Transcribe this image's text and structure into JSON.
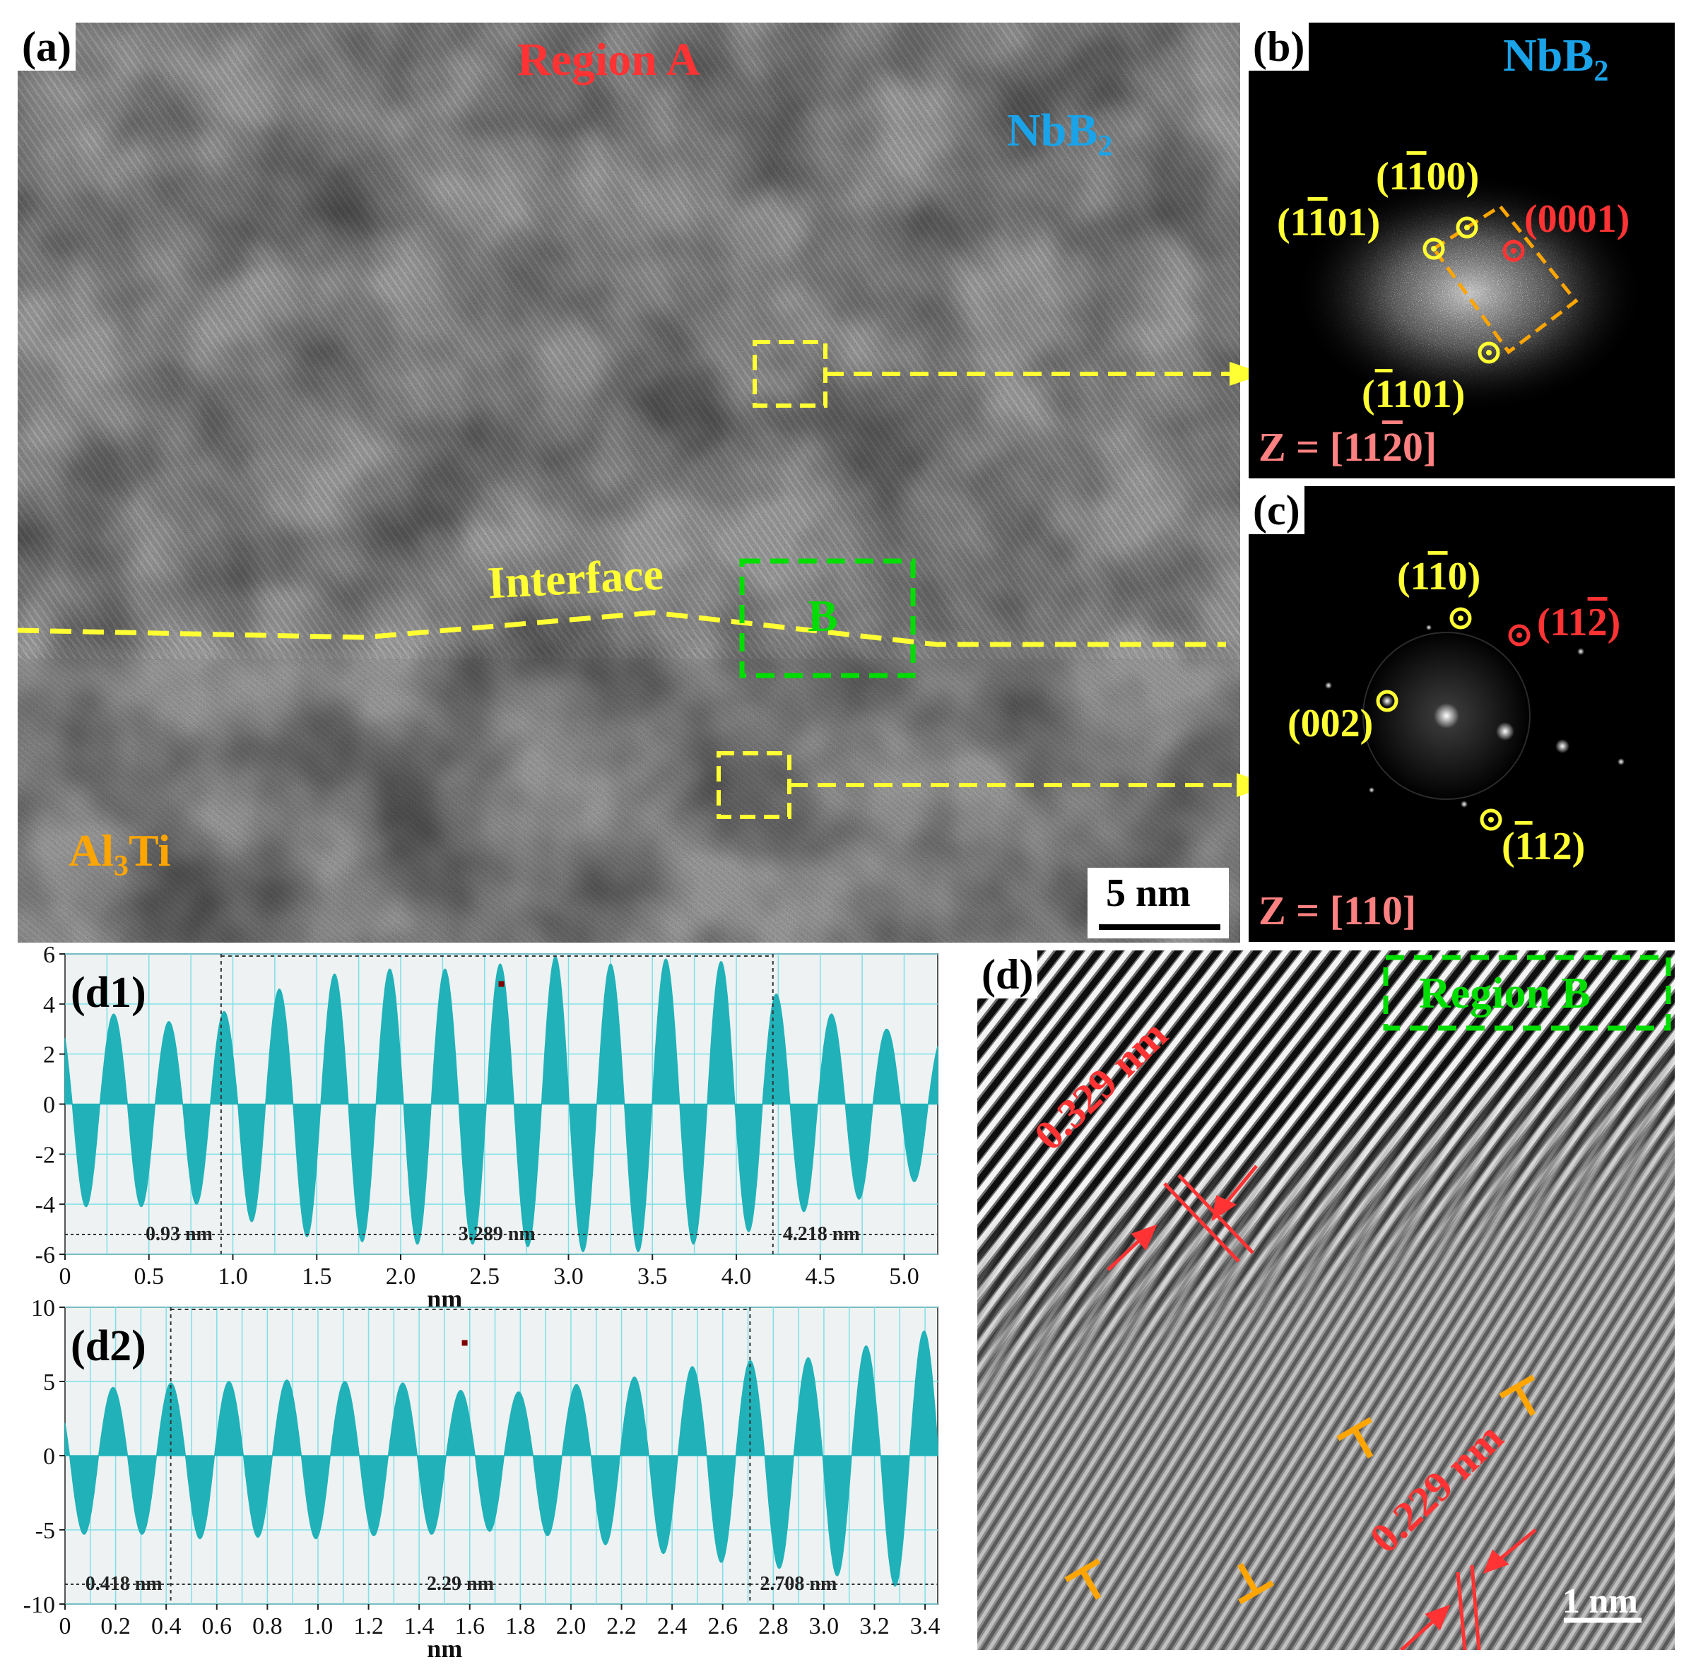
{
  "colors": {
    "yellow": "#ffff33",
    "red": "#ff3333",
    "blue": "#1aa3e8",
    "orange": "#ffa500",
    "green": "#00dd00",
    "salmon": "#ff8080",
    "cyan_fill": "#20b2b8",
    "grid_cyan": "#7fe0e8"
  },
  "panel_a": {
    "label": "(a)",
    "region_label": "Region A",
    "phase_top": "NbB",
    "phase_top_sub": "2",
    "interface_label": "Interface",
    "box_b_label": "B",
    "phase_bottom_pre": "Al",
    "phase_bottom_sub": "3",
    "phase_bottom_post": "Ti",
    "scale_bar": "5 nm"
  },
  "panel_b": {
    "label": "(b)",
    "phase": "NbB",
    "phase_sub": "2",
    "spot_1": {
      "open": "(1",
      "bar": "1",
      "rest": "00)"
    },
    "spot_2": {
      "open": "(1",
      "bar": "1",
      "rest": "01)"
    },
    "spot_3": "(0001)",
    "spot_4": {
      "open": "(",
      "bar": "1",
      "rest": "101)"
    },
    "zone": {
      "pre": "Z = [11",
      "bar": "2",
      "post": "0]"
    }
  },
  "panel_c": {
    "label": "(c)",
    "spot_1": {
      "open": "(1",
      "bar": "1",
      "rest": "0)"
    },
    "spot_2": {
      "open": "(11",
      "bar": "2",
      "rest": ")"
    },
    "spot_3": "(002)",
    "spot_4": {
      "open": "(",
      "bar": "1",
      "rest": "12)"
    },
    "zone": "Z = [110]"
  },
  "panel_d": {
    "label": "(d)",
    "region_label": "Region B",
    "spacing_top": "0.329 nm",
    "spacing_bottom": "0.229 nm",
    "scale_bar": "1 nm",
    "dislocation_symbols": [
      "⊤",
      "⊤",
      "⊤",
      "⊥"
    ]
  },
  "chart_data": [
    {
      "type": "area",
      "label": "(d1)",
      "xlabel": "nm",
      "ylabel": "",
      "xlim": [
        0,
        5.2
      ],
      "ylim": [
        -6,
        6
      ],
      "xticks": [
        0,
        0.5,
        1.0,
        1.5,
        2.0,
        2.5,
        3.0,
        3.5,
        4.0,
        4.5,
        5.0
      ],
      "xtick_labels": [
        "0",
        "0.5",
        "1.0",
        "1.5",
        "2.0",
        "2.5",
        "3.0",
        "3.5",
        "4.0",
        "4.5",
        "5.0"
      ],
      "yticks": [
        -6,
        -4,
        -2,
        0,
        2,
        4,
        6
      ],
      "period": 0.329,
      "phase0": 0.29,
      "peaks": [
        3.6,
        3.3,
        3.7,
        4.6,
        5.2,
        5.4,
        5.4,
        5.6,
        5.9,
        5.6,
        5.8,
        5.7,
        4.4,
        3.6,
        3.0,
        2.6
      ],
      "troughs": [
        -4.1,
        -4.0,
        -4.7,
        -5.3,
        -5.5,
        -5.6,
        -5.6,
        -5.7,
        -5.9,
        -5.9,
        -5.6,
        -5.1,
        -4.3,
        -3.8,
        -3.1,
        -2.6
      ],
      "markers": [
        0.93,
        4.218
      ],
      "annotations": [
        {
          "text": "0.93 nm",
          "x": 0.93
        },
        {
          "text": "3.289 nm",
          "x": 2.574
        },
        {
          "text": "4.218 nm",
          "x": 4.218
        }
      ],
      "dot": [
        2.6,
        4.8
      ]
    },
    {
      "type": "area",
      "label": "(d2)",
      "xlabel": "nm",
      "ylabel": "",
      "xlim": [
        0,
        3.45
      ],
      "ylim": [
        -10,
        10
      ],
      "xticks": [
        0,
        0.2,
        0.4,
        0.6,
        0.8,
        1.0,
        1.2,
        1.4,
        1.6,
        1.8,
        2.0,
        2.2,
        2.4,
        2.6,
        2.8,
        3.0,
        3.2,
        3.4
      ],
      "xtick_labels": [
        "0",
        "0.2",
        "0.4",
        "0.6",
        "0.8",
        "1.0",
        "1.2",
        "1.4",
        "1.6",
        "1.8",
        "2.0",
        "2.2",
        "2.4",
        "2.6",
        "2.8",
        "3.0",
        "3.2",
        "3.4"
      ],
      "yticks": [
        -10,
        -5,
        0,
        5,
        10
      ],
      "period": 0.229,
      "phase0": 0.19,
      "peaks": [
        4.6,
        4.9,
        5.0,
        5.1,
        5.0,
        4.9,
        4.4,
        4.3,
        4.8,
        5.3,
        6.0,
        6.4,
        6.6,
        7.4,
        8.4,
        8.8
      ],
      "troughs": [
        -5.3,
        -5.6,
        -5.5,
        -5.6,
        -5.4,
        -5.3,
        -5.1,
        -5.4,
        -6.0,
        -6.6,
        -7.2,
        -7.6,
        -8.1,
        -8.8,
        -9.5,
        -9.5
      ],
      "markers": [
        0.418,
        2.708
      ],
      "annotations": [
        {
          "text": "0.418 nm",
          "x": 0.418
        },
        {
          "text": "2.29 nm",
          "x": 1.563
        },
        {
          "text": "2.708 nm",
          "x": 2.708
        }
      ],
      "dot": [
        1.58,
        7.6
      ]
    }
  ]
}
